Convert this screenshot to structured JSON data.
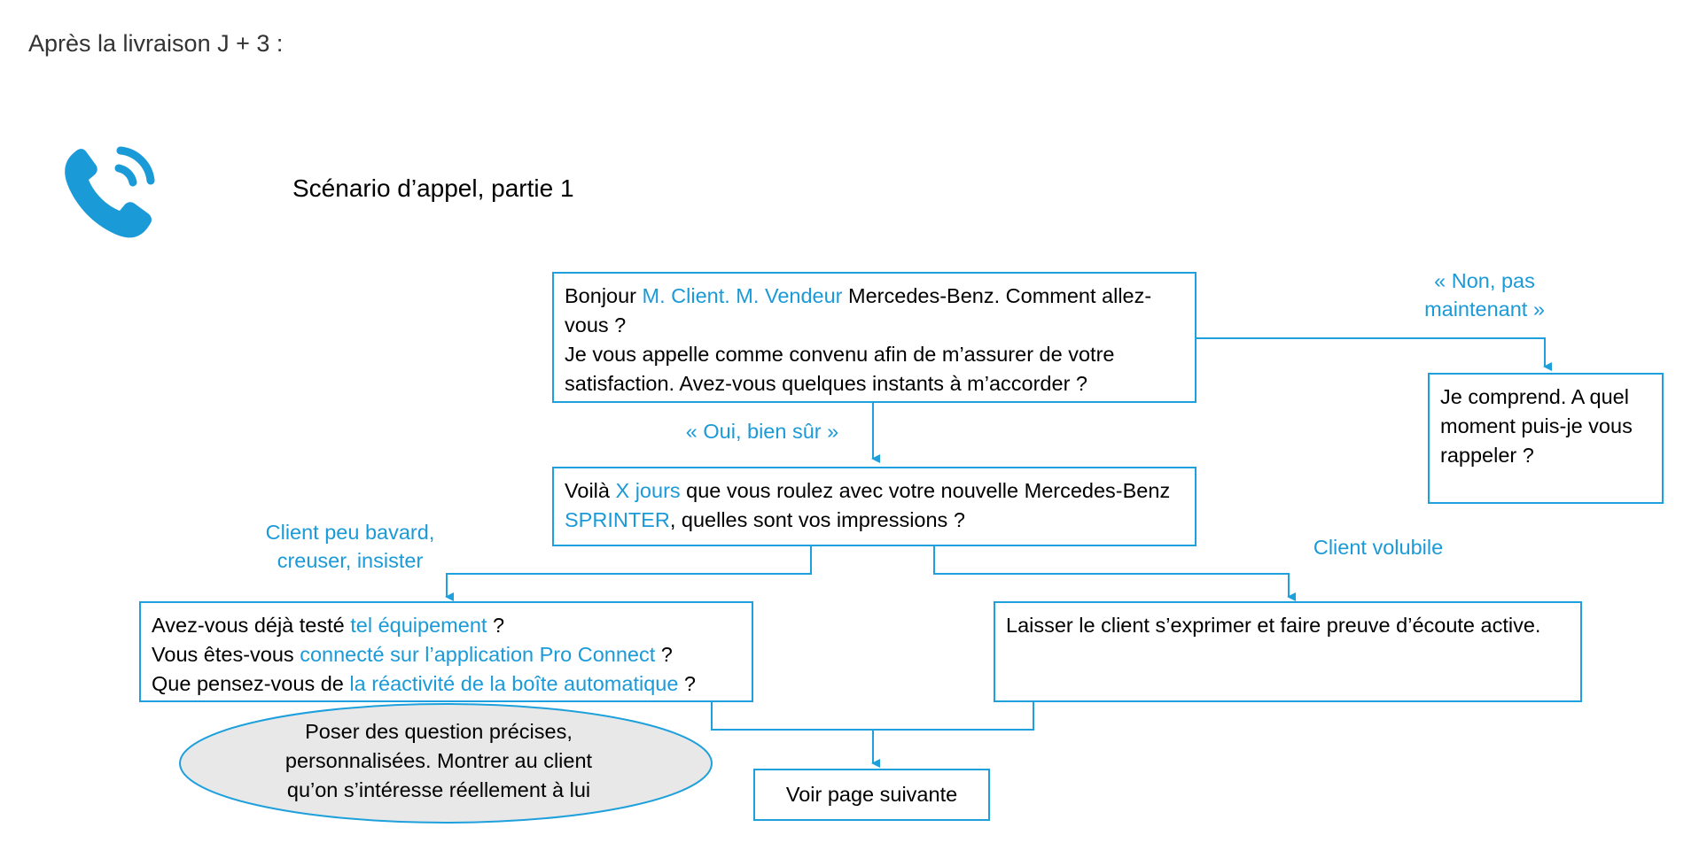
{
  "header": {
    "note": "Après la livraison J + 3 :"
  },
  "title": "Scénario d’appel, partie 1",
  "icons": {
    "phone": "phone-ringing-icon"
  },
  "colors": {
    "accent": "#1b9ad8",
    "ellipse_fill": "#e8e8e8"
  },
  "boxes": {
    "greeting": {
      "t1": "Bonjour ",
      "h1": "M. Client. M. Vendeur",
      "t2": " Mercedes-Benz. Comment allez-vous ?",
      "t3": "Je vous appelle comme convenu afin de m’assurer de votre satisfaction. Avez-vous quelques instants à m’accorder ?"
    },
    "callback": {
      "text": "Je comprend. A quel moment puis-je vous rappeler ?"
    },
    "impressions": {
      "t1": "Voilà ",
      "h1": "X jours",
      "t2": " que vous roulez avec votre nouvelle Mercedes-Benz ",
      "h2": "SPRINTER",
      "t3": ", quelles sont vos impressions ?"
    },
    "questions": {
      "q1a": "Avez-vous déjà testé ",
      "q1h": "tel équipement",
      "q1b": " ?",
      "q2a": "Vous êtes-vous ",
      "q2h": "connecté sur l’application Pro Connect",
      "q2b": " ?",
      "q3a": "Que pensez-vous de ",
      "q3h": "la réactivité de la boîte automatique",
      "q3b": " ?"
    },
    "listen": {
      "text": "Laisser le client s’exprimer et faire preuve d’écoute active."
    },
    "next": {
      "text": "Voir page suivante"
    }
  },
  "labels": {
    "no_line1": "« Non, pas",
    "no_line2": "maintenant »",
    "yes": "« Oui, bien sûr »",
    "quiet_line1": "Client peu bavard,",
    "quiet_line2": "creuser, insister",
    "talkative": "Client volubile"
  },
  "tip": {
    "line1": "Poser des question précises,",
    "line2": "personnalisées. Montrer au client",
    "line3": "qu’on s’intéresse réellement à lui"
  }
}
